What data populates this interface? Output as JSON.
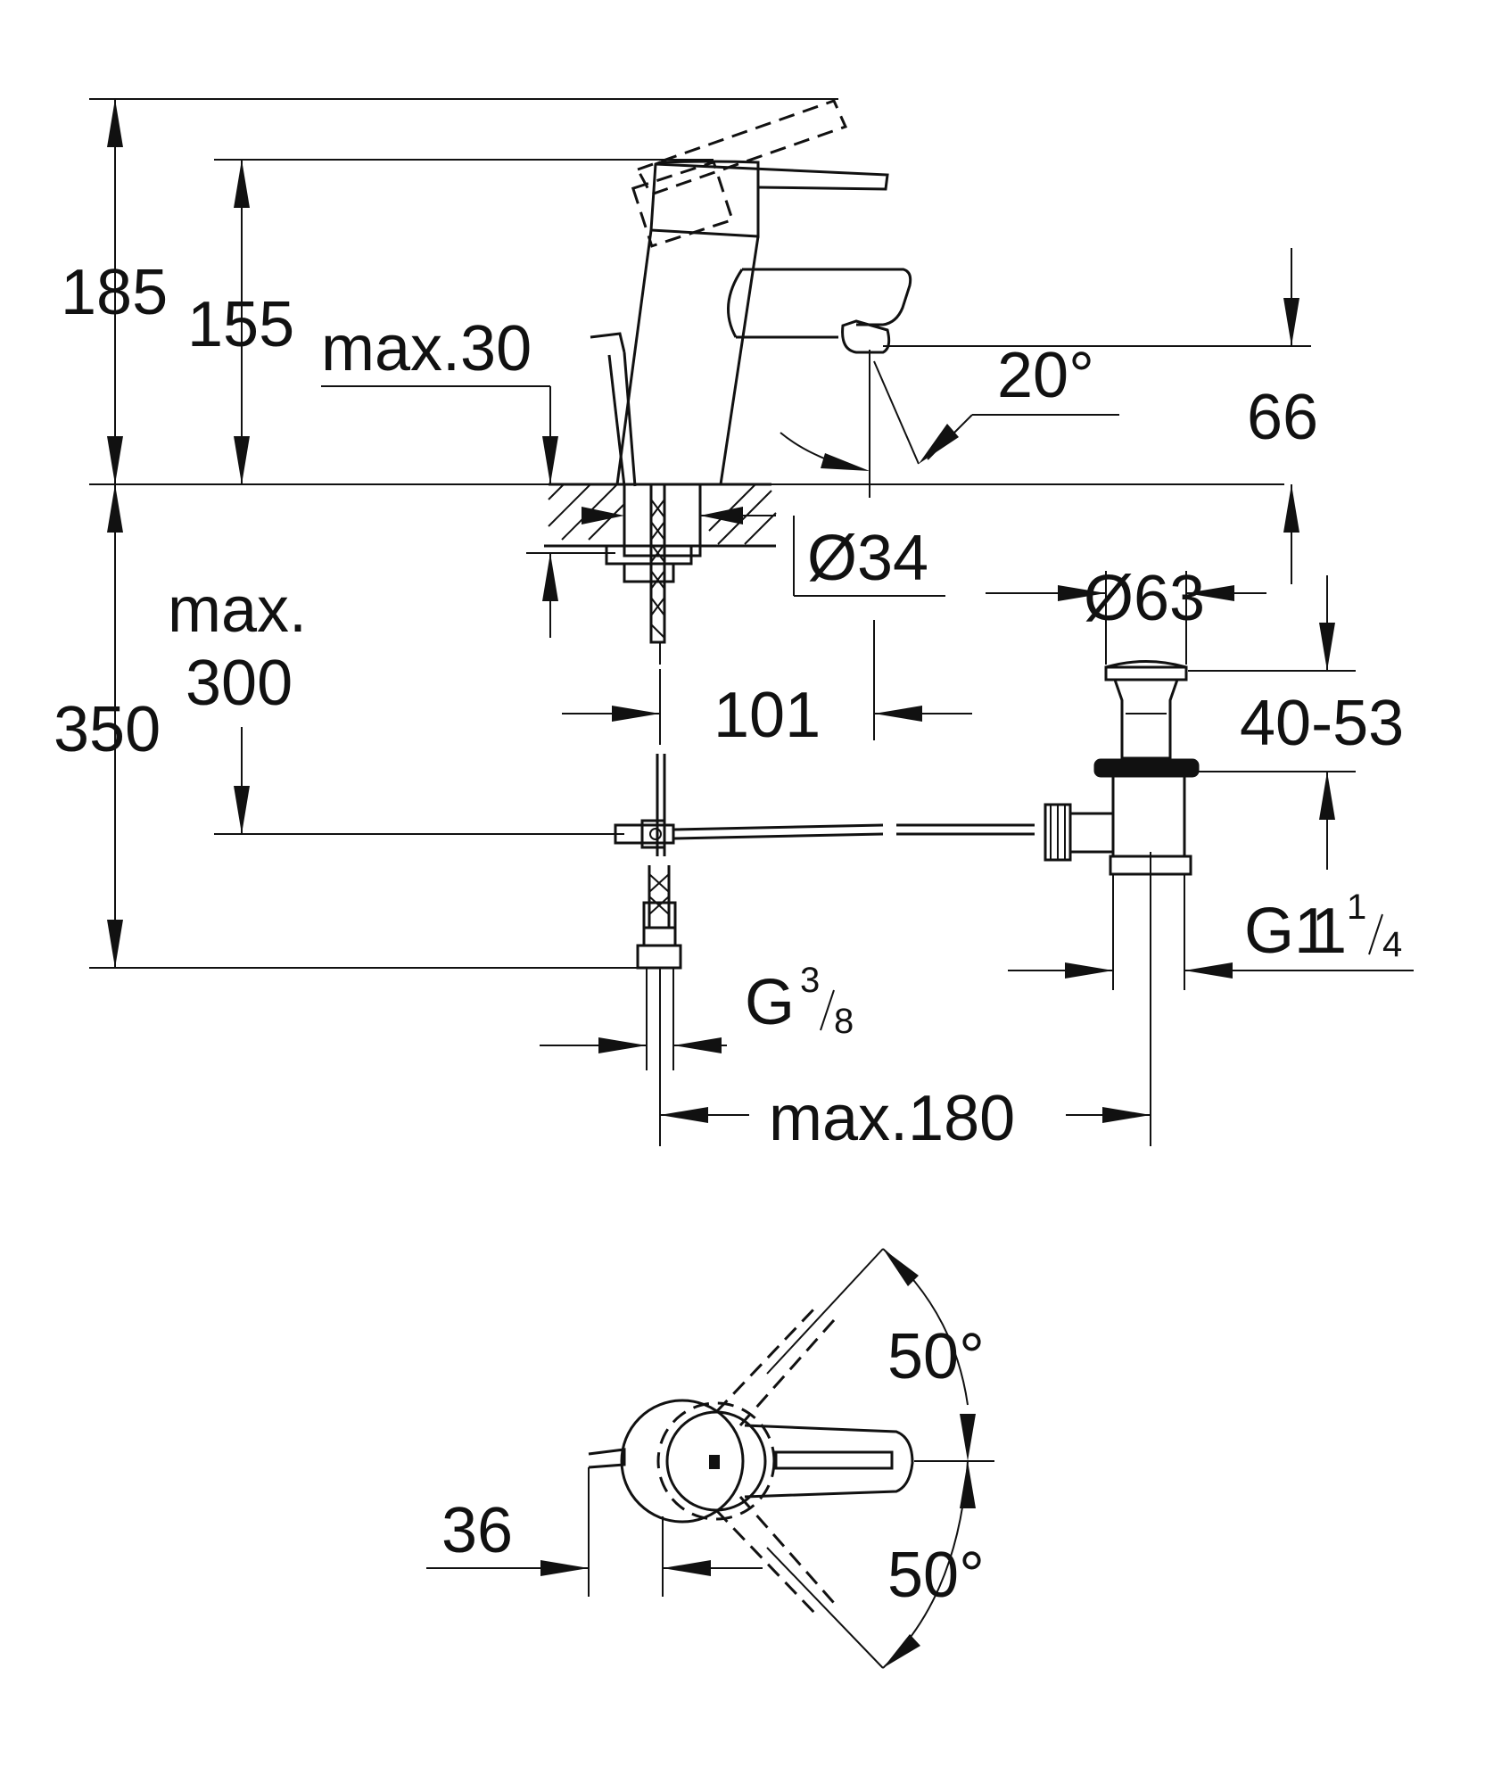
{
  "dimensions": {
    "d185": "185",
    "d155": "155",
    "max30": "max.30",
    "angle20": "20°",
    "d66": "66",
    "dia34": "Ø34",
    "dia63": "Ø63",
    "max_label": "max.",
    "d300": "300",
    "d350": "350",
    "d101": "101",
    "d40_53": "40-53",
    "g1_main": "G1",
    "g1_num": "1",
    "g1_den": "4",
    "g38_main": "G",
    "g38_num": "3",
    "g38_den": "8",
    "max180": "max.180",
    "angle50_top": "50°",
    "angle50_bottom": "50°",
    "d36": "36"
  }
}
